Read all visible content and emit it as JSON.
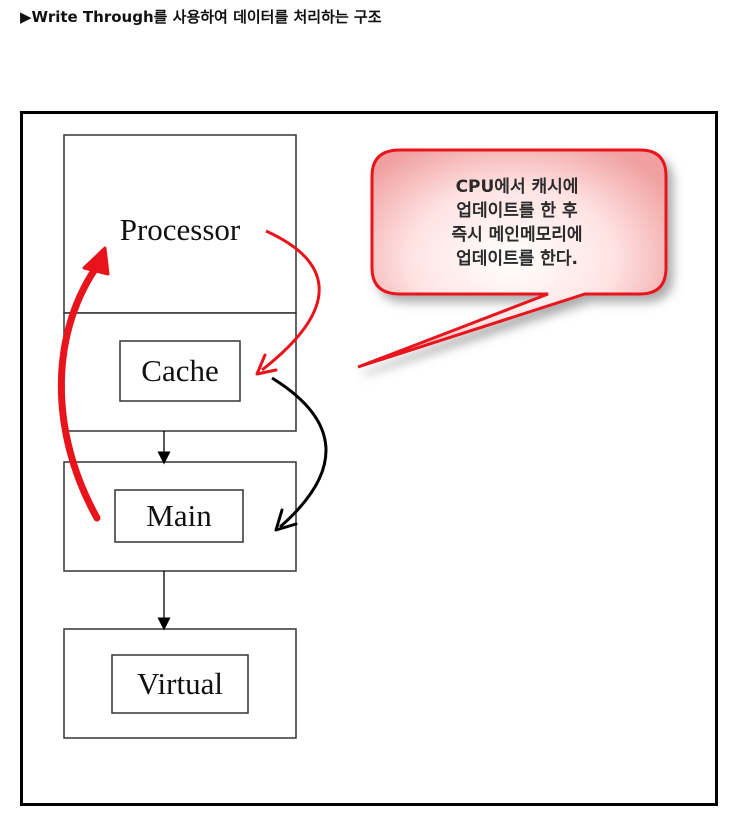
{
  "heading": "▶Write Through를 사용하여 데이터를 처리하는 구조",
  "diagram": {
    "blocks": {
      "processor": "Processor",
      "cache": "Cache",
      "main": "Main",
      "virtual": "Virtual"
    },
    "callout": {
      "lines": [
        "CPU에서 캐시에",
        "업데이트를 한 후",
        "즉시 메인메모리에",
        "업데이트를 한다."
      ],
      "color": "#e8131b"
    },
    "colors": {
      "highlight_arrow": "#e8131b",
      "flow_arrow": "#000000"
    }
  }
}
